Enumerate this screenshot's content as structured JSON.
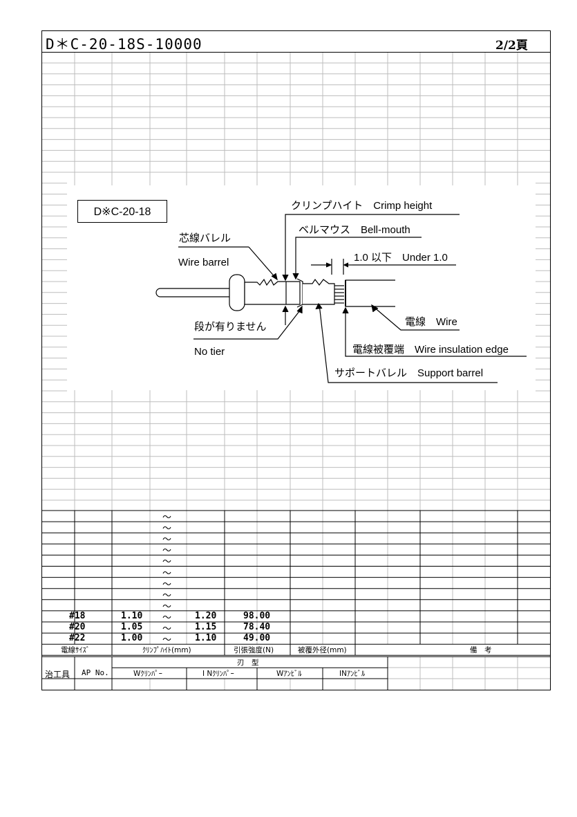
{
  "header": {
    "title": "D＊C-20-18S-10000",
    "page": "2/2頁"
  },
  "figure": {
    "model_label": "D※C-20-18",
    "crimp_height": "クリンプハイト　Crimp height",
    "bell_mouth": "ベルマウス　Bell-mouth",
    "wire_barrel_jp": "芯線バレル",
    "wire_barrel_en": "Wire barrel",
    "under": "1.0 以下　Under 1.0",
    "no_tier_jp": "段が有りません",
    "no_tier_en": "No tier",
    "wire": "電線　Wire",
    "insulation_edge": "電線被覆端　Wire insulation edge",
    "support_barrel": "サポートバレル　Support barrel"
  },
  "spec_table": {
    "tilde": "～",
    "empty_rows": 9,
    "rows": [
      {
        "size": "#18",
        "min": "1.10",
        "max": "1.20",
        "tensile": "98.00"
      },
      {
        "size": "#20",
        "min": "1.05",
        "max": "1.15",
        "tensile": "78.40"
      },
      {
        "size": "#22",
        "min": "1.00",
        "max": "1.10",
        "tensile": "49.00"
      }
    ],
    "headers": {
      "wire_size": "電線ｻｲｽﾞ",
      "crimp_height": "ｸﾘﾝﾌﾟﾊｲﾄ(mm)",
      "tensile": "引張強度(N)",
      "insulation_od": "被覆外径(mm)",
      "remarks": "備　考"
    }
  },
  "tool_table": {
    "blade_type": "刃　型",
    "jig": "治工具",
    "ap_no": "AP No.",
    "w_crimper": "Wｸﾘﾝﾊﾟｰ",
    "in_crimper": "I Nｸﾘﾝﾊﾟｰ",
    "w_anvil": "Wｱﾝﾋﾞﾙ",
    "in_anvil": "INｱﾝﾋﾞﾙ"
  }
}
